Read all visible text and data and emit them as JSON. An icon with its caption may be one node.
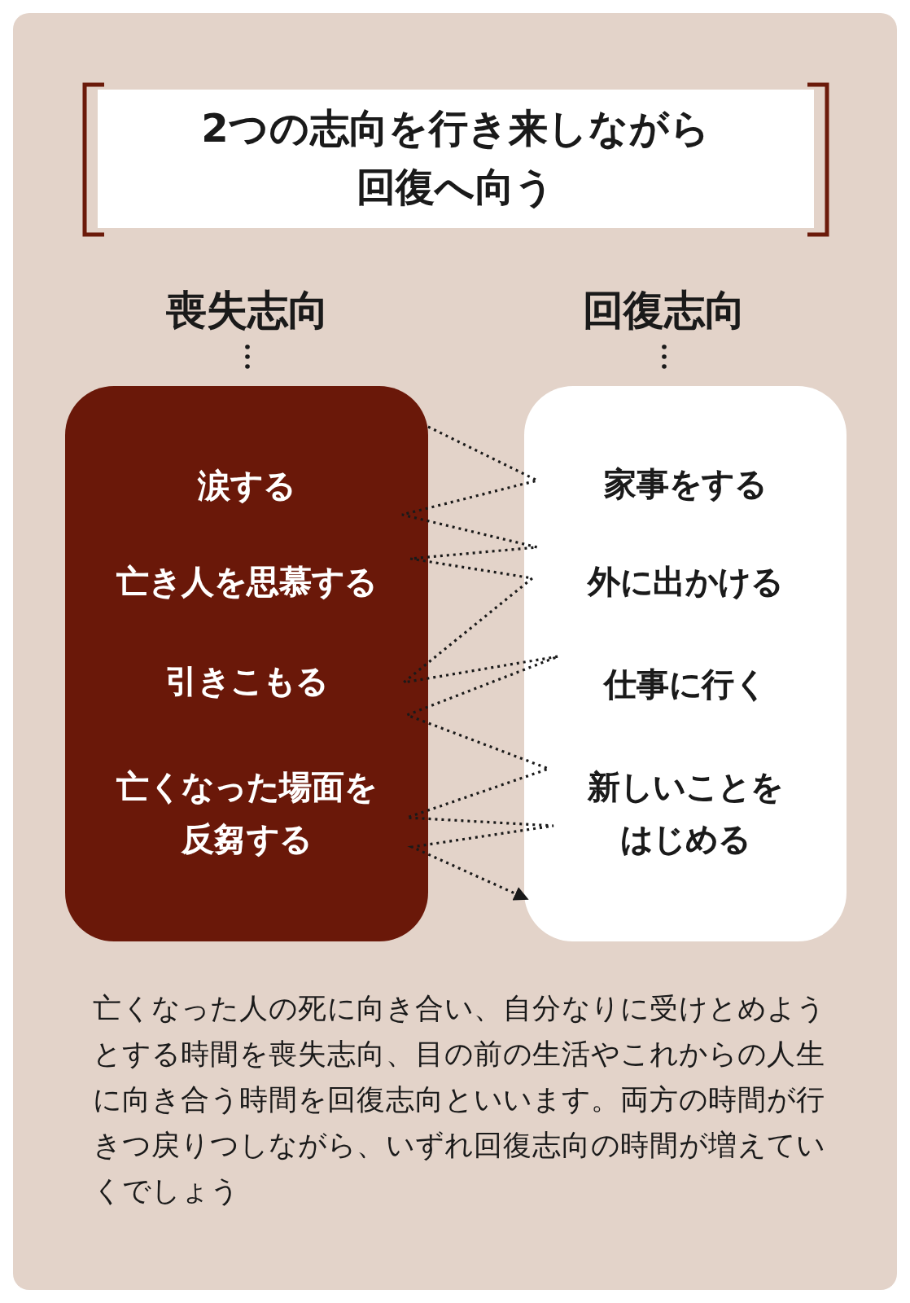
{
  "diagram": {
    "title": "2つの志向を行き来しながら回復へ向う",
    "caption": "亡くなった人の死に向き合い、自分なりに受けとめようとする時間を喪失志向、目の前の生活やこれからの人生に向き合う時間を回復志向といいます。両方の時間が行きつ戻りつしながら、いずれ回復志向の時間が増えていくでしょう",
    "nodes": [
      {
        "text": [
          "喪失志向"
        ]
      },
      {
        "text": [
          "涙する"
        ],
        "in": 0
      },
      {
        "text": [
          "亡き人を思慕する"
        ],
        "in": 0
      },
      {
        "text": [
          "引きこもる"
        ],
        "in": 0
      },
      {
        "text": [
          "亡くなった場面を反芻する"
        ],
        "in": 0
      },
      {
        "text": [
          "回復志向"
        ]
      },
      {
        "text": [
          "家事をする"
        ],
        "in": 5
      },
      {
        "text": [
          "外に出かける"
        ],
        "in": 5
      },
      {
        "text": [
          "仕事に行く"
        ],
        "in": 5
      },
      {
        "text": [
          "新しいことをはじめる"
        ],
        "in": 5
      }
    ],
    "edges": [
      {
        "from": 0,
        "to": 5,
        "arrow": "to",
        "style": "dashed"
      }
    ]
  }
}
